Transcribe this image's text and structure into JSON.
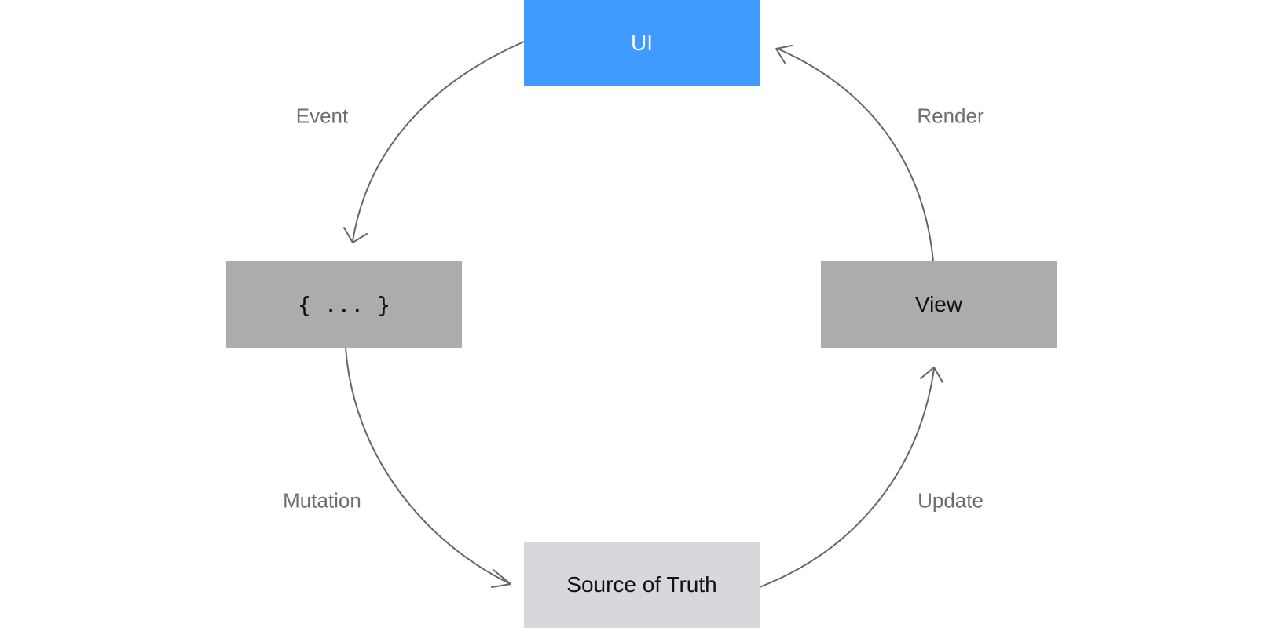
{
  "nodes": {
    "ui": {
      "label": "UI",
      "color": "#3f9bff"
    },
    "action": {
      "label": "{ ... }",
      "color": "#abacae"
    },
    "view": {
      "label": "View",
      "color": "#abacae"
    },
    "source": {
      "label": "Source of Truth",
      "color": "#d7d8dc"
    }
  },
  "edges": {
    "event": {
      "label": "Event",
      "from": "UI",
      "to": "{ ... }"
    },
    "mutation": {
      "label": "Mutation",
      "from": "{ ... }",
      "to": "Source of Truth"
    },
    "update": {
      "label": "Update",
      "from": "Source of Truth",
      "to": "View"
    },
    "render": {
      "label": "Render",
      "from": "View",
      "to": "UI"
    }
  },
  "colors": {
    "arrow": "#666666",
    "edge_label": "#6e6e6e"
  }
}
